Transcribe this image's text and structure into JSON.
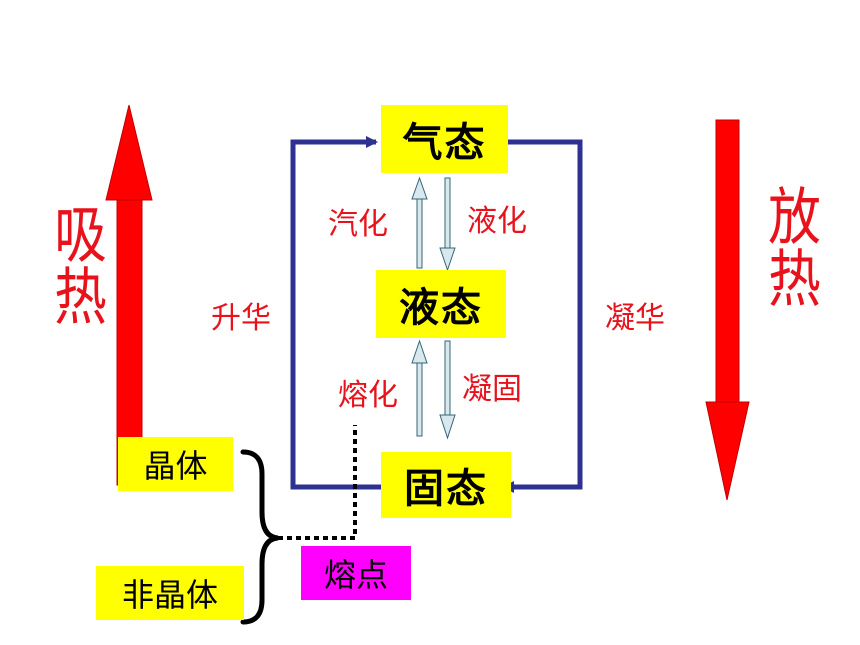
{
  "states": {
    "gas": "气态",
    "liquid": "液态",
    "solid": "固态"
  },
  "processes": {
    "vaporization": "汽化",
    "liquefaction": "液化",
    "melting": "熔化",
    "solidification": "凝固",
    "sublimation": "升华",
    "deposition": "凝华"
  },
  "heat": {
    "absorb": "吸热",
    "release": "放热"
  },
  "solids": {
    "crystal": "晶体",
    "amorphous": "非晶体",
    "melting_point": "熔点"
  },
  "colors": {
    "state_box": "#ffff00",
    "point_box": "#ff00ff",
    "label_red": "#e8121c",
    "arrow_red": "#ff0000",
    "loop_blue": "#2e3192"
  }
}
